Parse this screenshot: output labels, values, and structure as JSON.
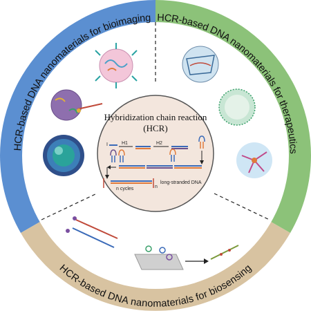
{
  "sections": {
    "bioimaging": {
      "label": "HCR-based DNA nanomaterials for bioimaging",
      "color": "#5b8fd1"
    },
    "therapeutics": {
      "label": "HCR-based DNA nanomaterials for therapeutics",
      "color": "#8cc279"
    },
    "biosensing": {
      "label": "HCR-based DNA nanomaterials for biosensing",
      "color": "#d8c3a1"
    }
  },
  "center": {
    "title_line1": "Hybridization chain reaction",
    "title_line2": "(HCR)",
    "initiator_label": "I",
    "hairpin1_label": "H1",
    "hairpin2_label": "H2",
    "cycles_label": "n cycles",
    "n_label": "n",
    "product_label": "long-stranded DNA",
    "fill_color": "#f3e6dd"
  }
}
